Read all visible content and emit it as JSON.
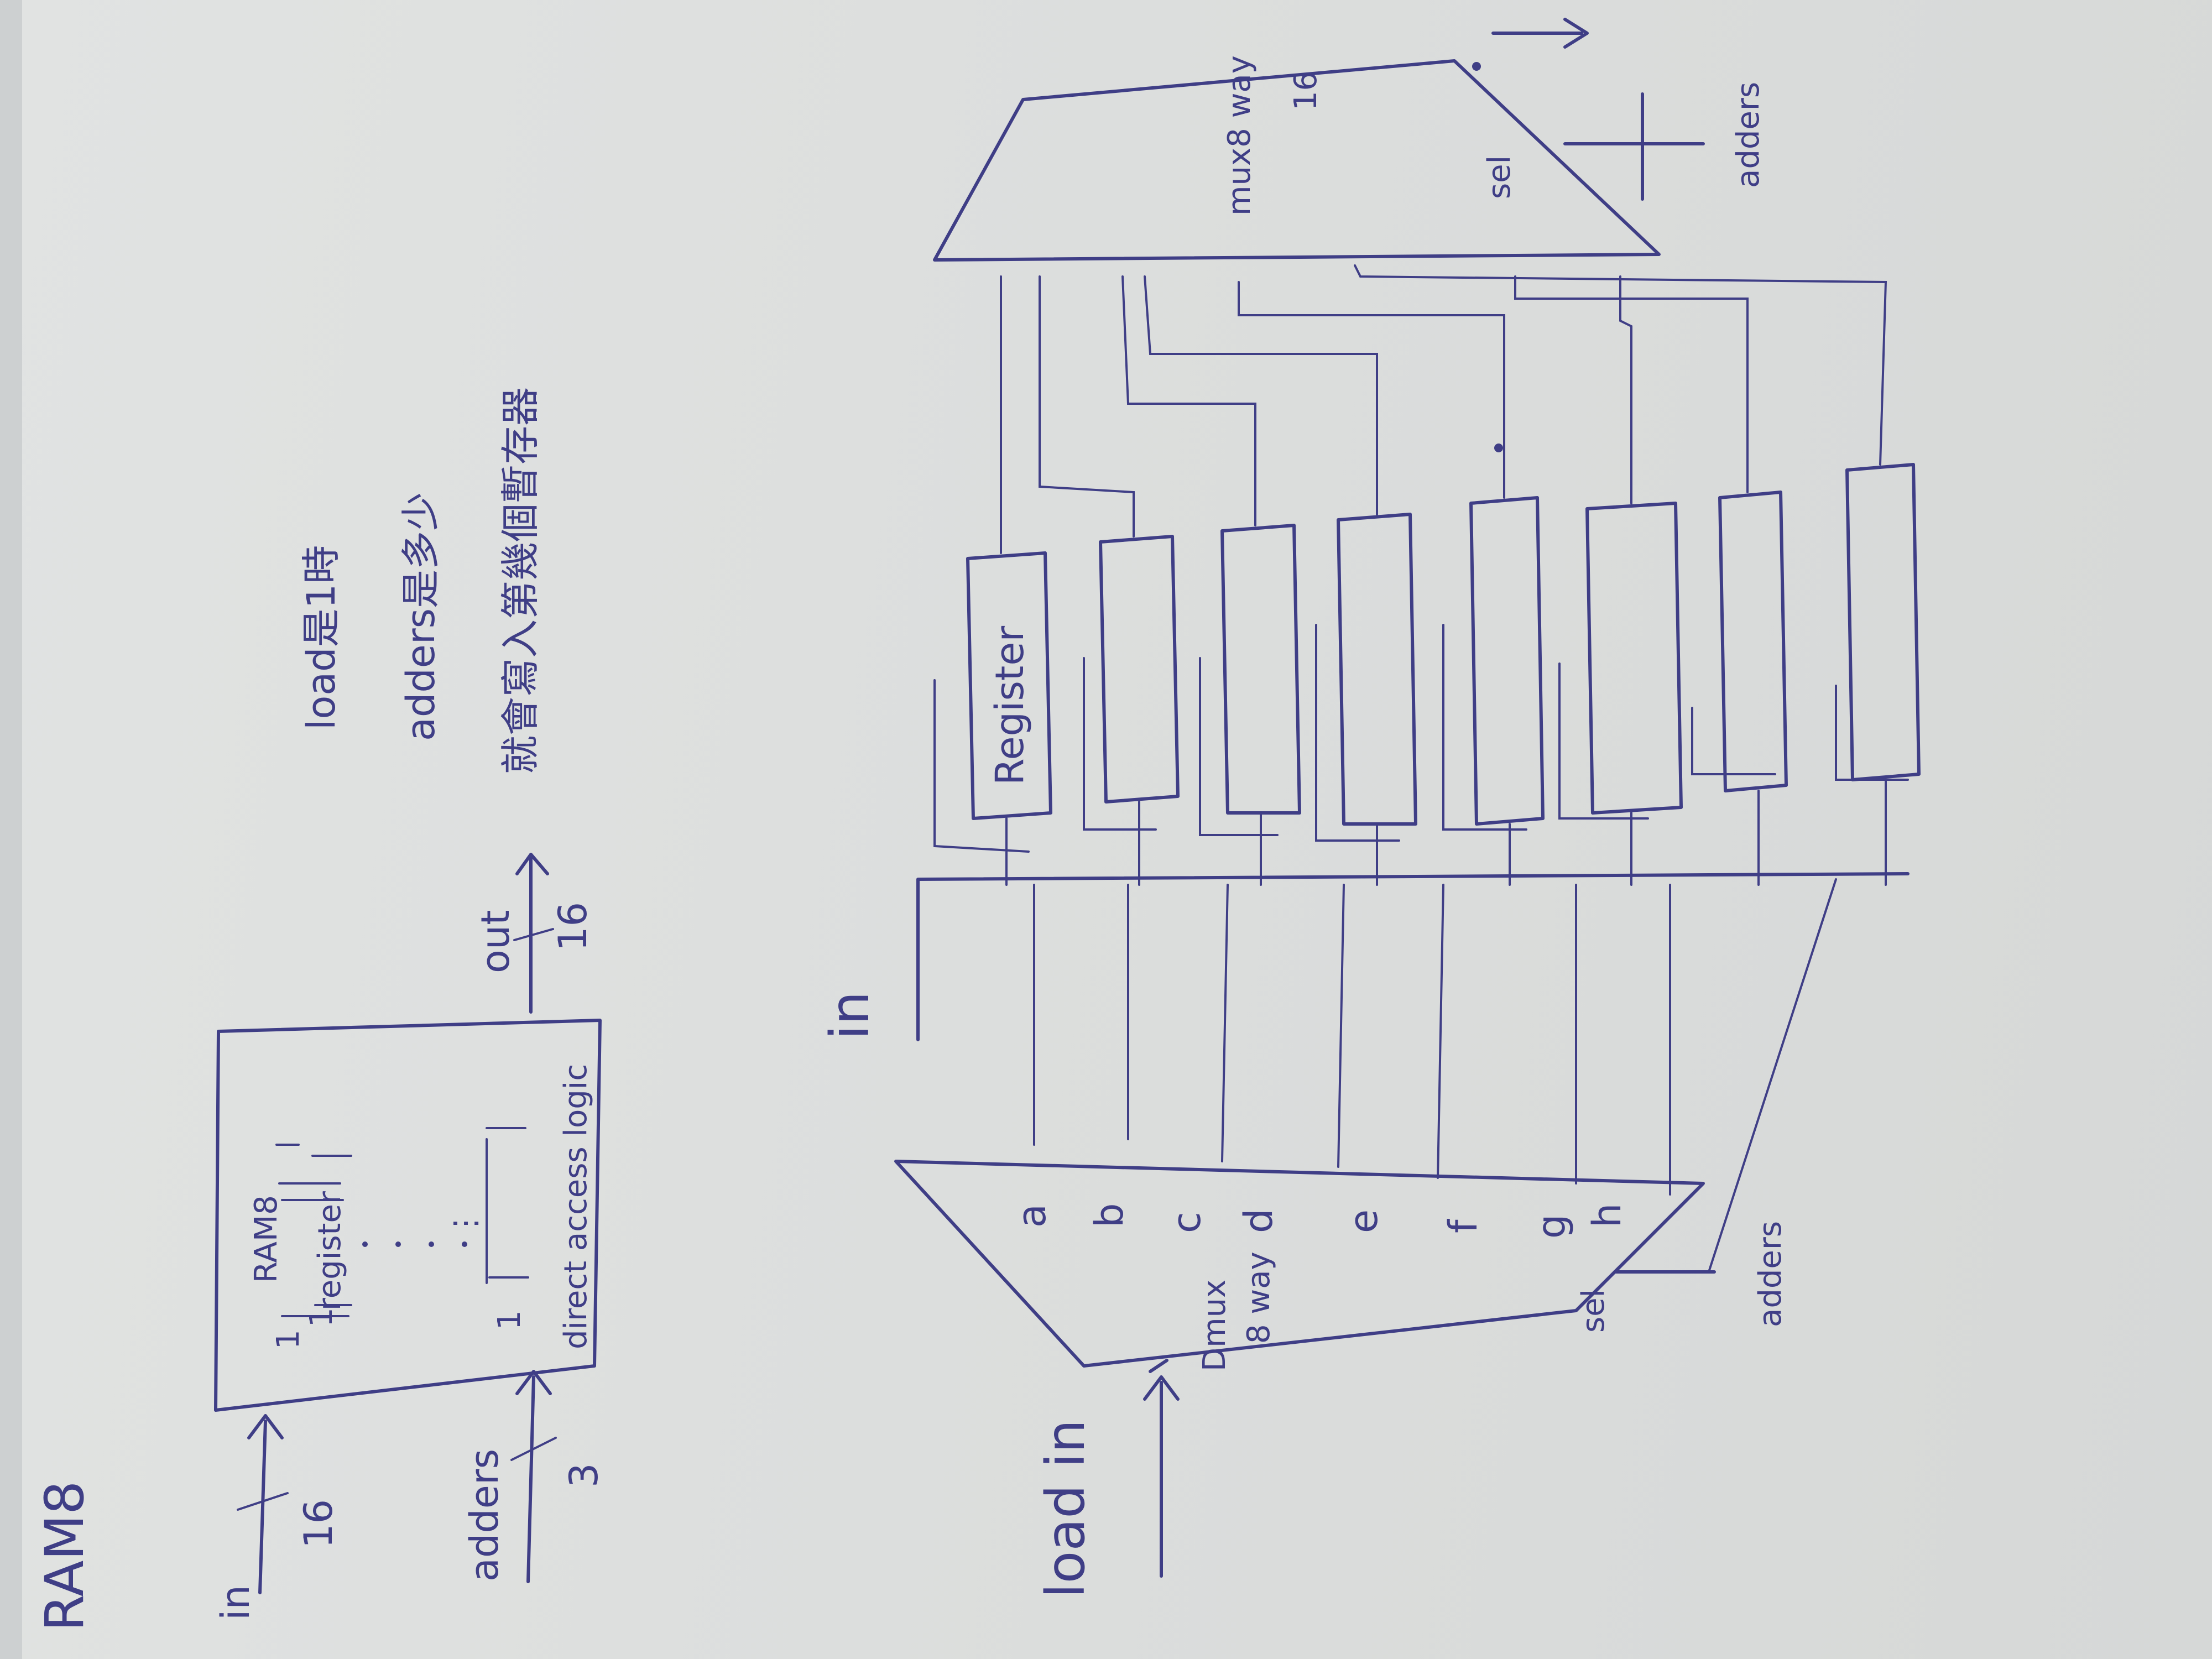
{
  "page_title": "RAM8",
  "notes": [
    "load是1時",
    "adders是多少",
    "就會寫入第幾個暫存器"
  ],
  "block": {
    "name": "RAM8",
    "inner_labels": [
      "1",
      "1",
      "register",
      "⋮",
      "1",
      "direct access logic"
    ],
    "inputs": [
      {
        "name": "in",
        "width": "16"
      },
      {
        "name": "adders",
        "width": "3"
      }
    ],
    "outputs": [
      {
        "name": "out",
        "width": "16"
      }
    ]
  },
  "demux": {
    "label_line1": "Dmux",
    "label_line2": "8 way",
    "outputs": [
      "a",
      "b",
      "c",
      "d",
      "e",
      "f",
      "g",
      "h"
    ],
    "sel_label": "sel",
    "sel_input": "adders",
    "input_label": "load in"
  },
  "bus_label": "in",
  "register_label": "Register",
  "mux": {
    "label_line1": "mux8 way",
    "label_line2": "16",
    "sel_label": "sel",
    "sel_input": "adders"
  }
}
